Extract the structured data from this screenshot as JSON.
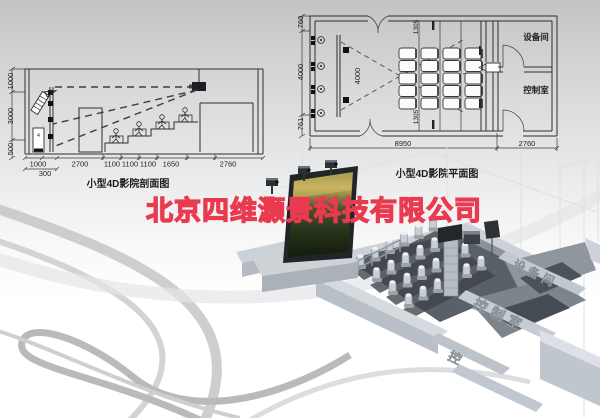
{
  "watermark": {
    "text": "北京四维灏景科技有限公司"
  },
  "section_view": {
    "caption": "小型4D影院剖面图",
    "dims_left": [
      "1000",
      "3000",
      "500"
    ],
    "dims_bottom": [
      "1000",
      "300",
      "2700",
      "1100",
      "1100",
      "1100",
      "1650",
      "2760"
    ],
    "cabinet_label": "4"
  },
  "plan_view": {
    "caption": "小型4D影院平面图",
    "dims_left": [
      "760",
      "4000",
      "761"
    ],
    "dims_bottom": [
      "8950",
      "2760"
    ],
    "screen_width": "4000",
    "seat_dim_top": "1305",
    "seat_dim_bottom": "1305",
    "room_equipment": "设备间",
    "room_control": "控制室"
  },
  "render_3d": {
    "label_equipment": "设备间",
    "label_control": "控制室",
    "label_partial": "控"
  }
}
